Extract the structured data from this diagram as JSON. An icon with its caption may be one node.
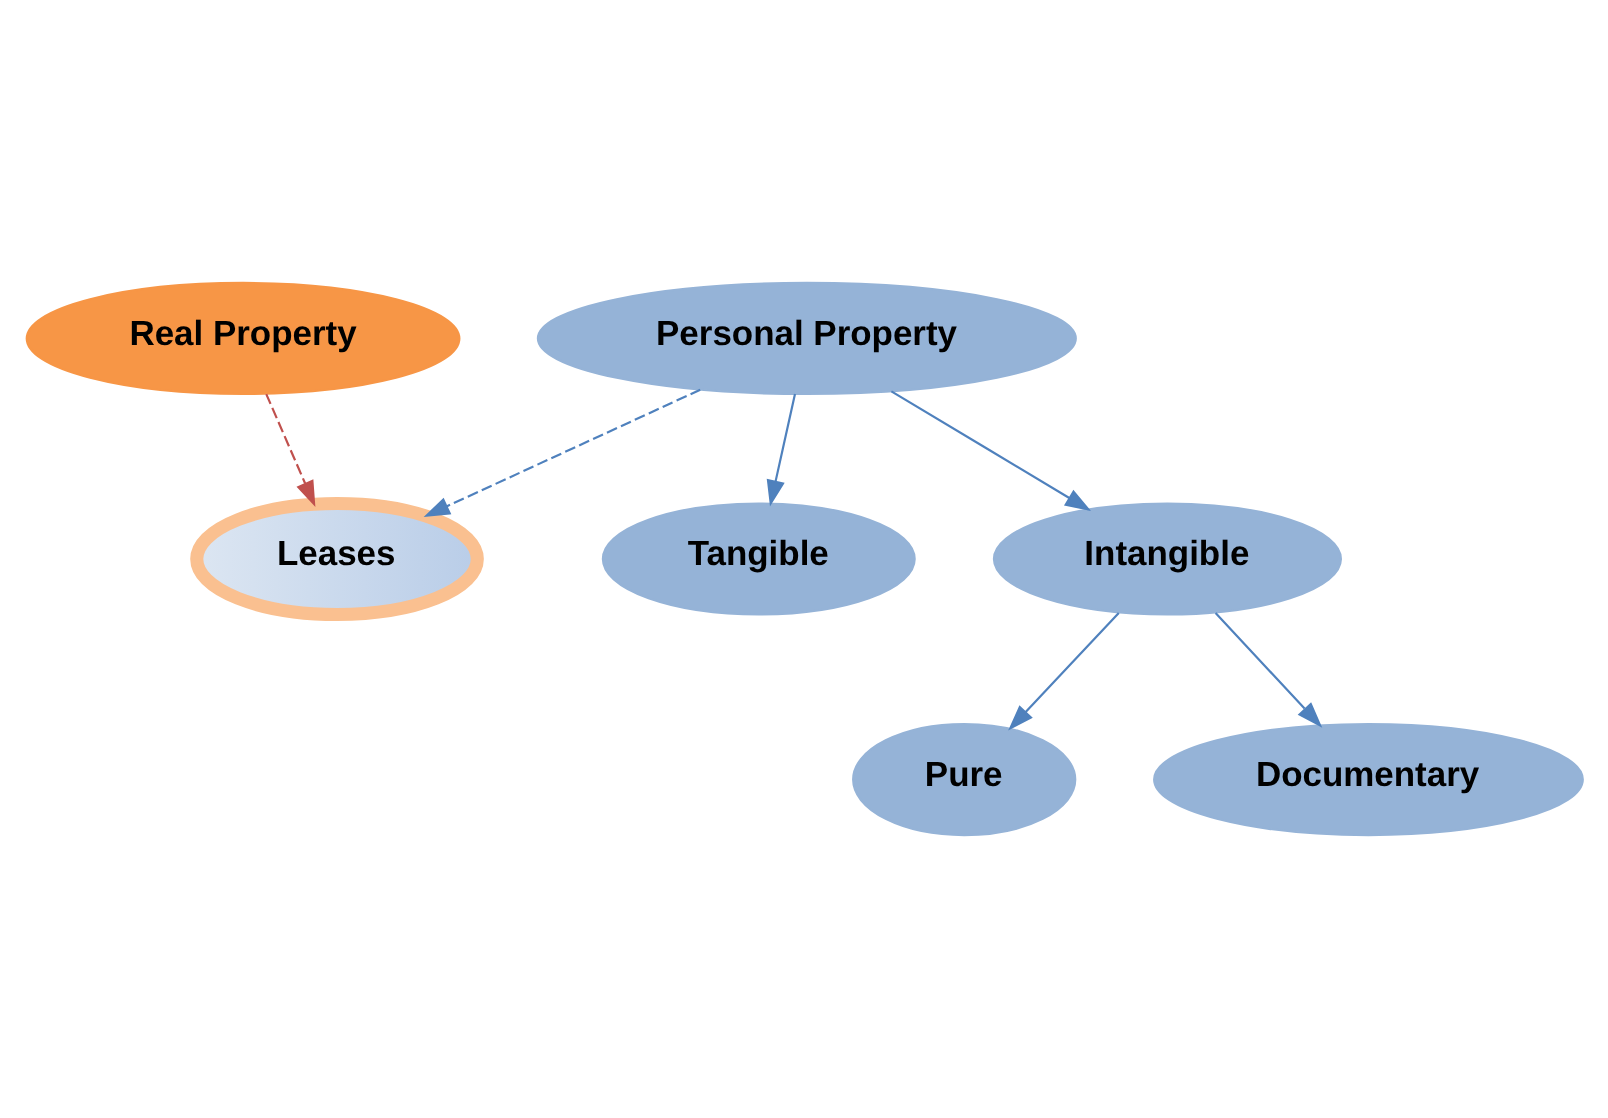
{
  "diagram": {
    "nodes": [
      {
        "text": [
          "Real Property"
        ]
      },
      {
        "text": [
          "Personal Property"
        ]
      },
      {
        "text": [
          "Leases"
        ]
      },
      {
        "text": [
          "Tangible"
        ]
      },
      {
        "text": [
          "Intangible"
        ]
      },
      {
        "text": [
          "Pure"
        ]
      },
      {
        "text": [
          "Documentary"
        ]
      }
    ],
    "edges": [
      {
        "from": 0,
        "to": 2,
        "arrow": "to",
        "style": "dashed",
        "color": "#c0504d"
      },
      {
        "from": 1,
        "to": 2,
        "arrow": "to",
        "style": "dashed"
      },
      {
        "from": 1,
        "to": 3,
        "arrow": "to"
      },
      {
        "from": 1,
        "to": 4,
        "arrow": "to"
      },
      {
        "from": 4,
        "to": 5,
        "arrow": "to"
      },
      {
        "from": 4,
        "to": 6,
        "arrow": "to"
      }
    ]
  }
}
